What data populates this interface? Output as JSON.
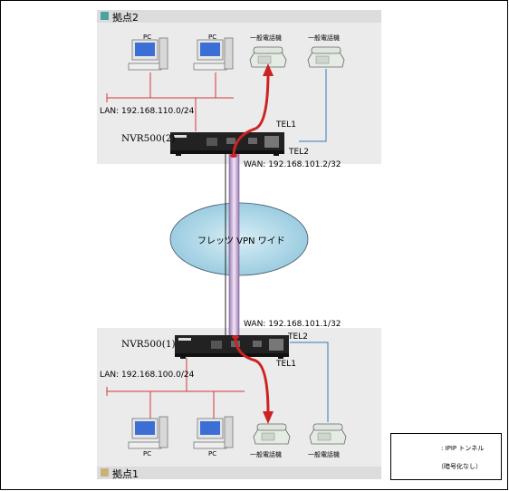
{
  "sites": {
    "site2": {
      "label": "拠点2",
      "color": "#4aa3a0"
    },
    "site1": {
      "label": "拠点1",
      "color": "#c9b27a"
    }
  },
  "cloud": {
    "label": "フレッツ VPN ワイド",
    "fill": "#b9dcea"
  },
  "site2_devices": {
    "pc_left": "PC",
    "pc_right": "PC",
    "phone_left": "一般電話機",
    "phone_right": "一般電話機",
    "lan": "LAN: 192.168.110.0/24",
    "router": "NVR500(2)",
    "tel1": "TEL1",
    "tel2": "TEL2",
    "wan": "WAN: 192.168.101.2/32"
  },
  "site1_devices": {
    "pc_left": "PC",
    "pc_right": "PC",
    "phone_left": "一般電話機",
    "phone_right": "一般電話機",
    "lan": "LAN: 192.168.100.0/24",
    "router": "NVR500(1)",
    "tel1": "TEL1",
    "tel2": "TEL2",
    "wan": "WAN: 192.168.101.1/32"
  },
  "legend": {
    "label": ": IPIP トンネル",
    "sublabel": "（暗号化なし）"
  },
  "colors": {
    "lan_line": "#d23a3a",
    "tunnel": "#cc2222",
    "tel_line": "#3a77b8",
    "wan_tube": "#d8b6e8"
  }
}
